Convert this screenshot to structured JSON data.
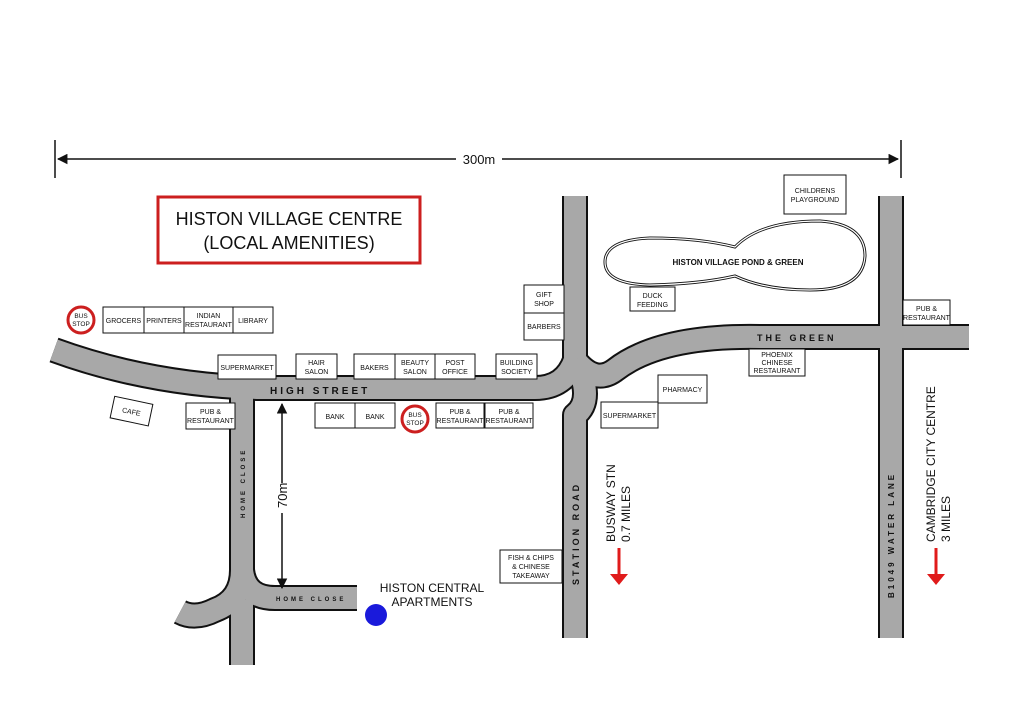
{
  "title": {
    "line1": "HISTON VILLAGE CENTRE",
    "line2": "(LOCAL AMENITIES)",
    "border_color": "#cc1f1f"
  },
  "scale": {
    "horizontal": "300m",
    "vertical": "70m"
  },
  "roads": {
    "high_street": "HIGH STREET",
    "the_green": "THE GREEN",
    "station_road": "STATION ROAD",
    "water_lane": "B1049 WATER LANE",
    "home_close_vertical": "HOME CLOSE",
    "home_close_horizontal": "HOME CLOSE",
    "road_fill": "#a8a8a8"
  },
  "pond": {
    "label": "HISTON VILLAGE POND & GREEN"
  },
  "amenities": {
    "grocers": "GROCERS",
    "printers": "PRINTERS",
    "indian_restaurant": [
      "INDIAN",
      "RESTAURANT"
    ],
    "library": "LIBRARY",
    "supermarket_high_st": "SUPERMARKET",
    "hair_salon": [
      "HAIR",
      "SALON"
    ],
    "bakers": "BAKERS",
    "beauty_salon": [
      "BEAUTY",
      "SALON"
    ],
    "post_office": [
      "POST",
      "OFFICE"
    ],
    "building_society": [
      "BUILDING",
      "SOCIETY"
    ],
    "gift_shop": [
      "GIFT",
      "SHOP"
    ],
    "barbers": "BARBERS",
    "duck_feeding": [
      "DUCK",
      "FEEDING"
    ],
    "childrens_playground": [
      "CHILDRENS",
      "PLAYGROUND"
    ],
    "pub_restaurant_water_lane": [
      "PUB &",
      "RESTAURANT"
    ],
    "phoenix_chinese": [
      "PHOENIX",
      "CHINESE",
      "RESTAURANT"
    ],
    "pharmacy": "PHARMACY",
    "supermarket_station": "SUPERMARKET",
    "cafe": "CAFE",
    "pub_restaurant_home_close": [
      "PUB &",
      "RESTAURANT"
    ],
    "bank_1": "BANK",
    "bank_2": "BANK",
    "pub_restaurant_1": [
      "PUB &",
      "RESTAURANT"
    ],
    "pub_restaurant_2": [
      "PUB &",
      "RESTAURANT"
    ],
    "fish_chips": [
      "FISH & CHIPS",
      "& CHINESE",
      "TAKEAWAY"
    ]
  },
  "bus_stops": [
    {
      "label": [
        "BUS",
        "STOP"
      ]
    },
    {
      "label": [
        "BUS",
        "STOP"
      ]
    }
  ],
  "bus_stop_color": "#cc1f1f",
  "directions": {
    "busway": [
      "BUSWAY STN",
      "0.7 MILES"
    ],
    "cambridge": [
      "CAMBRIDGE CITY CENTRE",
      "3 MILES"
    ],
    "arrow_color": "#e01b1b"
  },
  "location": {
    "label": [
      "HISTON CENTRAL",
      "APARTMENTS"
    ],
    "marker_color": "#1a1adb"
  }
}
